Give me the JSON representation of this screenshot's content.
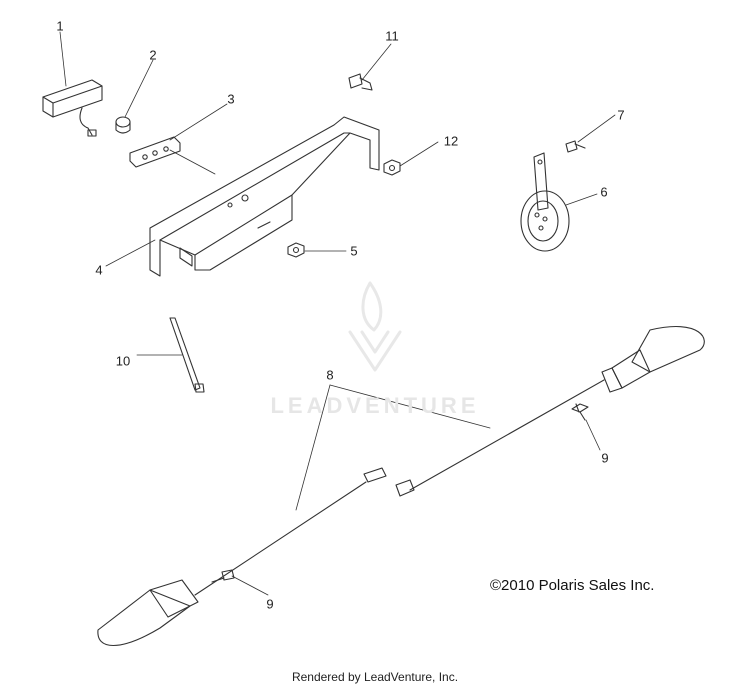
{
  "callouts": [
    {
      "id": "1",
      "label": "1"
    },
    {
      "id": "2",
      "label": "2"
    },
    {
      "id": "3",
      "label": "3"
    },
    {
      "id": "4",
      "label": "4"
    },
    {
      "id": "5",
      "label": "5"
    },
    {
      "id": "6",
      "label": "6"
    },
    {
      "id": "7",
      "label": "7"
    },
    {
      "id": "8",
      "label": "8"
    },
    {
      "id": "9a",
      "label": "9"
    },
    {
      "id": "9b",
      "label": "9"
    },
    {
      "id": "10",
      "label": "10"
    },
    {
      "id": "11",
      "label": "11"
    },
    {
      "id": "12",
      "label": "12"
    }
  ],
  "copyright": "©2010 Polaris Sales Inc.",
  "rendered_by": "Rendered by LeadVenture, Inc.",
  "watermark": "LEADVENTURE",
  "colors": {
    "line": "#333333",
    "watermark": "#e6e6e6"
  }
}
